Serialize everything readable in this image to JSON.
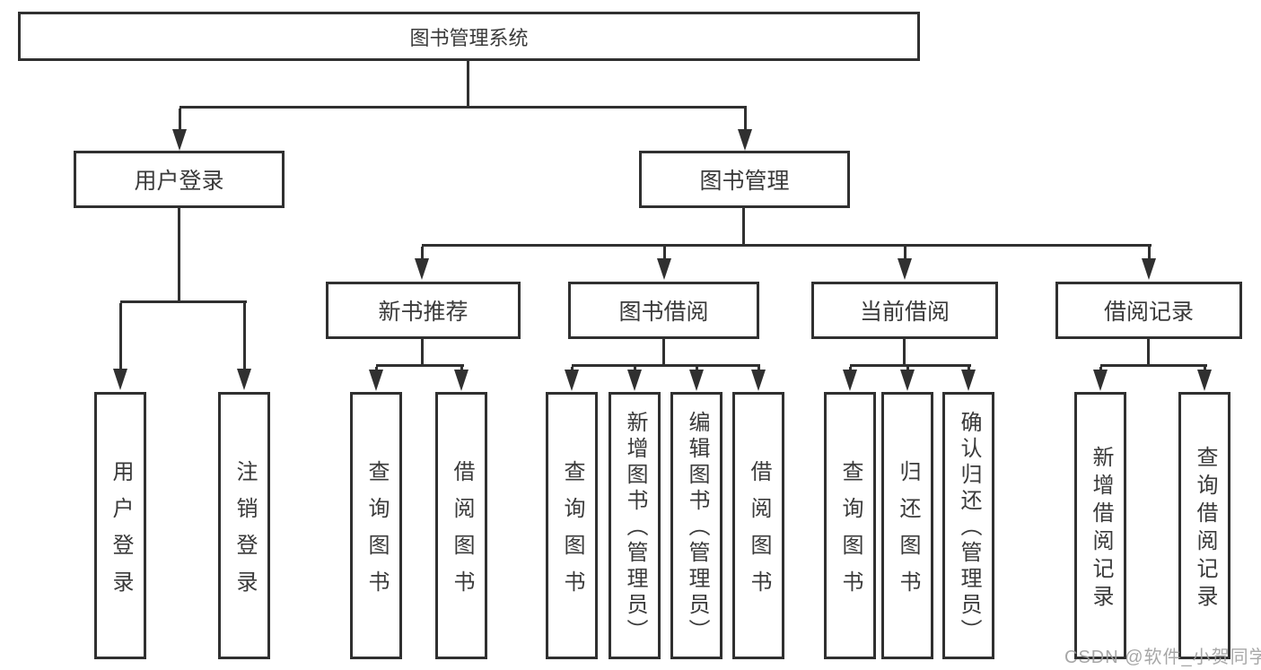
{
  "colors": {
    "line": "#303030",
    "box_border": "#303030",
    "text": "#3a3a3a",
    "watermark": "#9e9e9e",
    "background": "#ffffff"
  },
  "watermark": "CSDN @软件_小贺同学",
  "tree": {
    "label": "图书管理系统",
    "children": [
      {
        "label": "用户登录",
        "children": [
          {
            "label": "用户登录"
          },
          {
            "label": "注销登录"
          }
        ]
      },
      {
        "label": "图书管理",
        "children": [
          {
            "label": "新书推荐",
            "children": [
              {
                "label": "查询图书"
              },
              {
                "label": "借阅图书"
              }
            ]
          },
          {
            "label": "图书借阅",
            "children": [
              {
                "label": "查询图书"
              },
              {
                "label": "新增图书（管理员）"
              },
              {
                "label": "编辑图书（管理员）"
              },
              {
                "label": "借阅图书"
              }
            ]
          },
          {
            "label": "当前借阅",
            "children": [
              {
                "label": "查询图书"
              },
              {
                "label": "归还图书"
              },
              {
                "label": "确认归还（管理员）"
              }
            ]
          },
          {
            "label": "借阅记录",
            "children": [
              {
                "label": "新增借阅记录"
              },
              {
                "label": "查询借阅记录"
              }
            ]
          }
        ]
      }
    ]
  }
}
